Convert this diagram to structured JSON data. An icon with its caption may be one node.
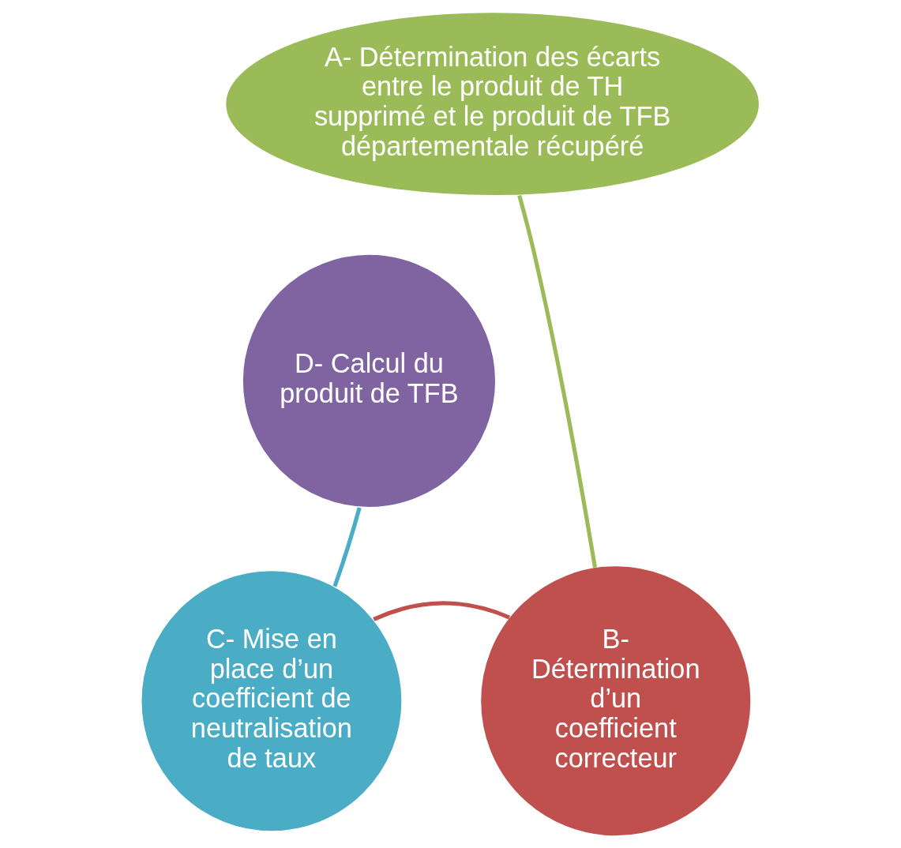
{
  "diagram": {
    "nodes": [
      {
        "text": [
          "A- Détermination des écarts entre le produit de TH supprimé et le produit de TFB départementale récupéré"
        ]
      },
      {
        "text": [
          "B- Détermination d’un coefficient correcteur"
        ]
      },
      {
        "text": [
          "C- Mise en place d’un coefficient de neutralisation de taux"
        ]
      },
      {
        "text": [
          "D- Calcul du produit de TFB"
        ]
      }
    ],
    "edges": [
      {
        "from": 0,
        "to": 1,
        "arrow": "none",
        "color": "#9bbb59"
      },
      {
        "from": 1,
        "to": 2,
        "arrow": "none",
        "color": "#c0504d"
      },
      {
        "from": 2,
        "to": 3,
        "arrow": "none",
        "color": "#4bacc6"
      }
    ]
  }
}
